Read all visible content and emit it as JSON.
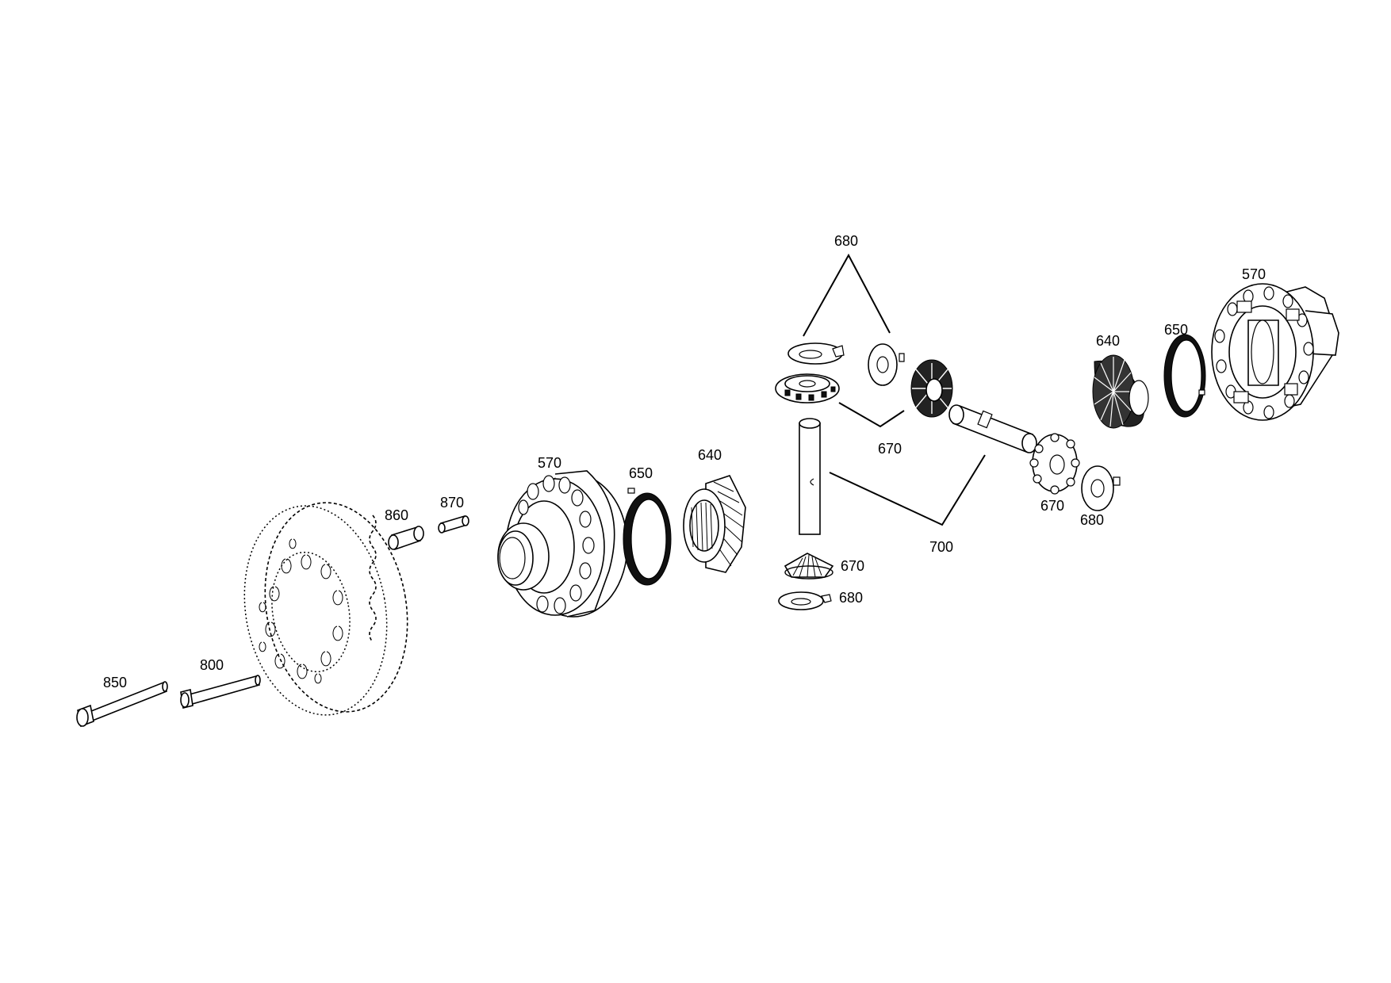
{
  "labels": {
    "l850": "850",
    "l800": "800",
    "l860": "860",
    "l870": "870",
    "l570a": "570",
    "l650a": "650",
    "l640a": "640",
    "l680top": "680",
    "l670a": "670",
    "l670b": "670",
    "l680b": "680",
    "l700": "700",
    "l670c": "670",
    "l680c": "680",
    "l640b": "640",
    "l650b": "650",
    "l570b": "570"
  }
}
